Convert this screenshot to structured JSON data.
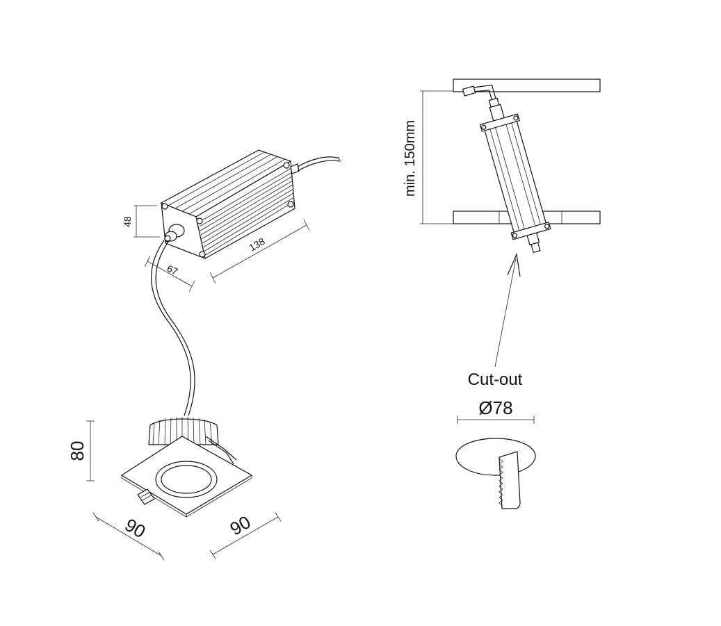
{
  "dimensions": {
    "driver_height": "48",
    "driver_width": "67",
    "driver_length": "138",
    "fixture_height": "80",
    "trim_width_left": "90",
    "trim_width_right": "90",
    "min_clearance": "min. 150mm",
    "cutout_diameter": "Ø78"
  },
  "labels": {
    "cutout": "Cut-out"
  }
}
